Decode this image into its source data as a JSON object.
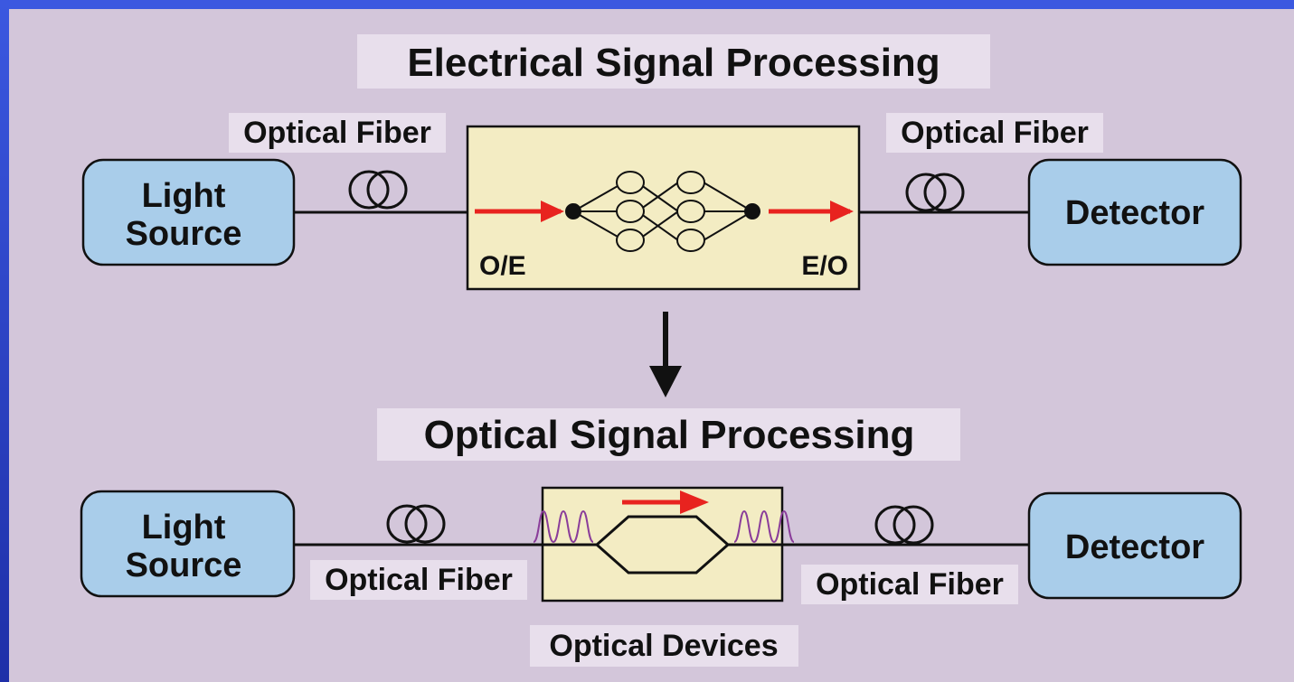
{
  "diagram": {
    "top_title": "Electrical Signal Processing",
    "bottom_title": "Optical Signal Processing",
    "top": {
      "source_line1": "Light",
      "source_line2": "Source",
      "fiber_left": "Optical Fiber",
      "fiber_right": "Optical Fiber",
      "oe": "O/E",
      "eo": "E/O",
      "detector": "Detector"
    },
    "bottom": {
      "source_line1": "Light",
      "source_line2": "Source",
      "fiber_left": "Optical Fiber",
      "fiber_right": "Optical Fiber",
      "devices": "Optical Devices",
      "detector": "Detector"
    }
  },
  "colors": {
    "background": "#d3c6da",
    "box_blue": "#a9cdea",
    "box_yellow": "#f3ecc3",
    "arrow_red": "#e8231f",
    "pulse_purple": "#8a3d9a",
    "frame_blue": "#2a3fc0"
  },
  "icons": [
    "fiber-coil-icon",
    "red-arrow-icon",
    "down-arrow-icon",
    "pulse-icon",
    "network-icon"
  ]
}
